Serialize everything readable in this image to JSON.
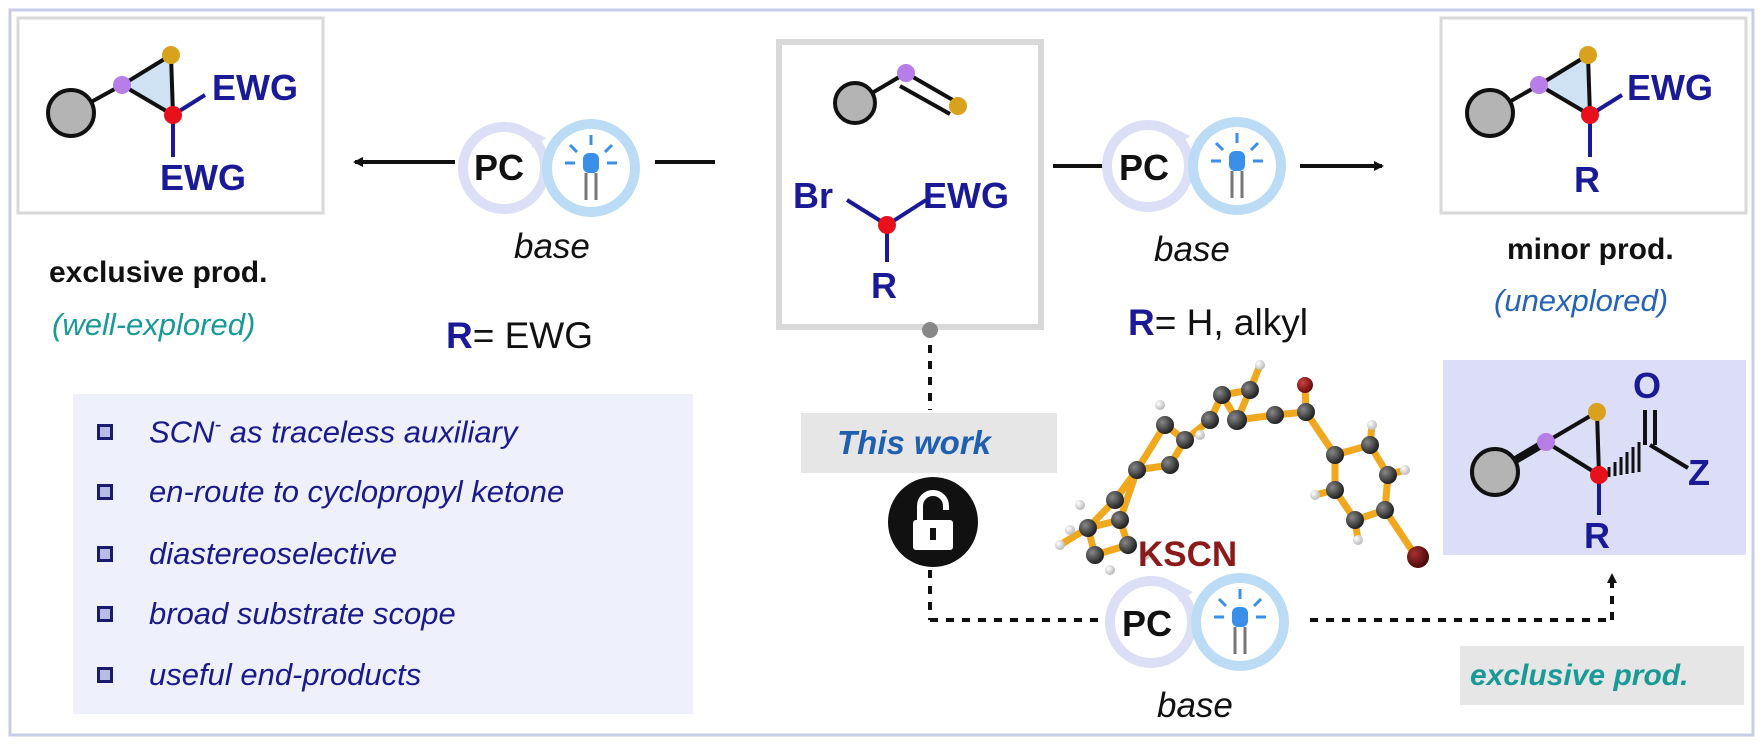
{
  "left_panel": {
    "caption": "exclusive prod.",
    "status": "(well-explored)",
    "product_labels": [
      "EWG",
      "EWG"
    ],
    "condition": "base",
    "catalyst": "PC",
    "r_symbol": "R",
    "r_definition": "= EWG"
  },
  "center_panel": {
    "substituents": [
      "Br",
      "EWG",
      "R"
    ]
  },
  "right_panel": {
    "caption": "minor prod.",
    "status": "(unexplored)",
    "product_labels": [
      "EWG",
      "R"
    ],
    "condition": "base",
    "catalyst": "PC",
    "r_symbol": "R",
    "r_definition": "= H, alkyl"
  },
  "this_work": {
    "label": "This work",
    "reagent": "KSCN",
    "catalyst": "PC",
    "condition": "base",
    "product_labels": [
      "O",
      "Z",
      "R"
    ],
    "result_label": "exclusive prod."
  },
  "features": [
    {
      "text": "SCN",
      "superscript": "-",
      "rest": " as traceless auxiliary"
    },
    {
      "text": "en-route to cyclopropyl ketone"
    },
    {
      "text": "diastereoselective"
    },
    {
      "text": "broad substrate scope"
    },
    {
      "text": "useful end-products"
    }
  ],
  "colors": {
    "navy": "#1a1a96",
    "teal": "#1a9a96",
    "dark_red": "#8b1a1a",
    "node_red": "#e8101a",
    "node_purple": "#b87ee8",
    "node_gold": "#d8a21e",
    "node_gray": "#b4b4b4",
    "bond_orange": "#f0a81e"
  }
}
